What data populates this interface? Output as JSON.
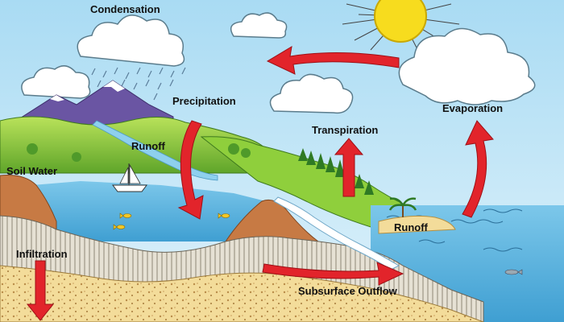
{
  "diagram": {
    "labels": {
      "condensation": "Condensation",
      "soil_water": "Soil Water",
      "precipitation": "Precipitation",
      "runoff_left": "Runoff",
      "transpiration": "Transpiration",
      "evaporation": "Evaporation",
      "runoff_right": "Runoff",
      "infiltration": "Infiltration",
      "subsurface_outflow": "Subsurface Outflow"
    },
    "colors": {
      "sky": "#bfe3f5",
      "arrow": "#e2242b",
      "sun": "#f7dc1e",
      "sea": "#5fb6de",
      "land_green": "#8fcf3c",
      "mountain": "#6a55a3",
      "sand": "#f3dc9a",
      "rock": "#c77a44"
    },
    "icons": [
      "sun-icon",
      "cloud-icon",
      "sailboat-icon",
      "fish-icon",
      "palm-tree-icon",
      "rain-icon"
    ]
  }
}
